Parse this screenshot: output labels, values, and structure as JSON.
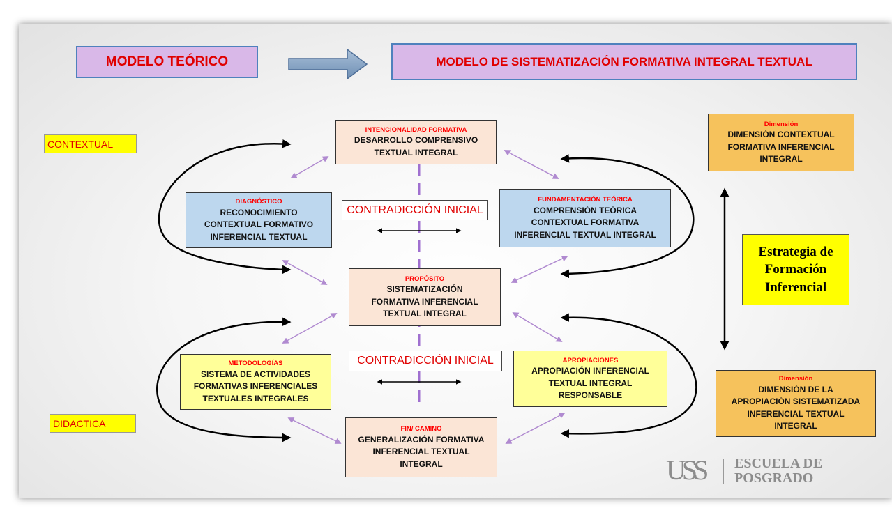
{
  "header": {
    "left_title": "MODELO TEÓRICO",
    "right_title": "MODELO DE SISTEMATIZACIÓN FORMATIVA INTEGRAL TEXTUAL"
  },
  "side_labels": {
    "top": "CONTEXTUAL",
    "bottom": "DIDACTICA"
  },
  "contradiction_label": "CONTRADICCIÓN INICIAL",
  "nodes": {
    "intencionalidad": {
      "heading": "INTENCIONALIDAD FORMATIVA",
      "lines": [
        "DESARROLLO COMPRENSIVO",
        "TEXTUAL INTEGRAL"
      ]
    },
    "diagnostico": {
      "heading": "DIAGNÓSTICO",
      "lines": [
        "RECONOCIMIENTO",
        "CONTEXTUAL FORMATIVO",
        "INFERENCIAL TEXTUAL"
      ]
    },
    "fundamentacion": {
      "heading": "FUNDAMENTACIÓN TEÓRICA",
      "lines": [
        "COMPRENSIÓN TEÓRICA",
        "CONTEXTUAL FORMATIVA",
        "INFERENCIAL TEXTUAL INTEGRAL"
      ]
    },
    "proposito": {
      "heading": "PROPÓSITO",
      "lines": [
        "SISTEMATIZACIÓN",
        "FORMATIVA INFERENCIAL",
        "TEXTUAL INTEGRAL"
      ]
    },
    "metodologias": {
      "heading": "METODOLOGÍAS",
      "lines": [
        "SISTEMA DE ACTIVIDADES",
        "FORMATIVAS INFERENCIALES",
        "TEXTUALES INTEGRALES"
      ]
    },
    "apropiaciones": {
      "heading": "APROPIACIONES",
      "lines": [
        "APROPIACIÓN INFERENCIAL",
        "TEXTUAL INTEGRAL",
        "RESPONSABLE"
      ]
    },
    "fin": {
      "heading": "FIN/ CAMINO",
      "lines": [
        "GENERALIZACIÓN FORMATIVA",
        "INFERENCIAL TEXTUAL",
        "INTEGRAL"
      ]
    }
  },
  "dimensions": {
    "top": {
      "heading": "Dimensión",
      "lines": [
        "DIMENSIÓN CONTEXTUAL",
        "FORMATIVA  INFERENCIAL",
        "INTEGRAL"
      ]
    },
    "bottom": {
      "heading": "Dimensión",
      "lines": [
        "DIMENSIÓN DE LA",
        "APROPIACIÓN SISTEMATIZADA",
        "INFERENCIAL TEXTUAL",
        "INTEGRAL"
      ]
    }
  },
  "strategy": {
    "lines": [
      "Estrategia de",
      "Formación",
      "Inferencial"
    ]
  },
  "logo": {
    "mark": "USS",
    "line1": "ESCUELA DE",
    "line2": "POSGRADO"
  },
  "colors": {
    "heading_red": "#ff0000",
    "peach": "#fbe5d6",
    "light_blue": "#bdd7ee",
    "pale_yellow": "#ffff99",
    "orange": "#f6c25c",
    "title_purple": "#d9b8e8",
    "arrow_purple": "#b08ad0",
    "dash_purple": "#a070d0"
  }
}
